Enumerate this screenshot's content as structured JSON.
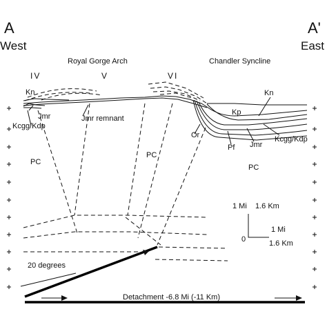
{
  "section": {
    "left_letter": "A",
    "right_letter": "A'",
    "left_dir": "West",
    "right_dir": "East"
  },
  "features": {
    "arch": "Royal Gorge Arch",
    "syncline": "Chandler  Syncline",
    "roman_iv": "IV",
    "roman_v": "V",
    "roman_vi": "VI"
  },
  "units": {
    "kn_left": "Kn",
    "jmr_left": "Jmr",
    "kcgg_left": "Kcgg/Kdp",
    "jmr_remnant": "Jmr  remnant",
    "kn_right": "Kn",
    "kp": "Kp",
    "or": "Or",
    "pf": "Pf",
    "jmr_right": "Jmr",
    "kcgg_right": "Kcgg/Kdp",
    "pc_left": "PC",
    "pc_mid": "PC",
    "pc_right": "PC"
  },
  "scale": {
    "vert_mi": "1  Mi",
    "vert_km": "1.6 Km",
    "zero": "0",
    "horiz_mi": "1  Mi",
    "horiz_km": "1.6 Km"
  },
  "annotations": {
    "angle": "20 degrees",
    "detachment": "Detachment  -6.8  Mi  (-11  Km)"
  }
}
